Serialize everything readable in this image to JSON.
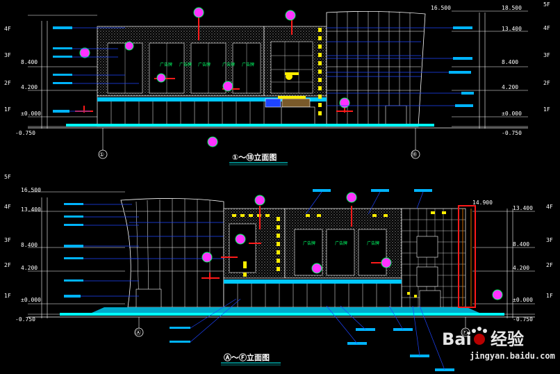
{
  "drawing_1": {
    "title": "①～⑱立面图",
    "axis_left": "①",
    "axis_right": "⑱",
    "elev_left": [
      {
        "floor": "4F",
        "value": ""
      },
      {
        "floor": "3F",
        "value": "8.400"
      },
      {
        "floor": "2F",
        "value": "4.200"
      },
      {
        "floor": "1F",
        "value": "±0.000"
      },
      {
        "floor": "",
        "value": "-0.750"
      }
    ],
    "elev_right": [
      {
        "floor": "5F",
        "value": "18.500"
      },
      {
        "floor": "4F",
        "value": "13.400"
      },
      {
        "floor": "3F",
        "value": "8.400"
      },
      {
        "floor": "2F",
        "value": "4.200"
      },
      {
        "floor": "1F",
        "value": "±0.000"
      },
      {
        "floor": "",
        "value": "-0.750"
      }
    ],
    "top_mark": "16.500",
    "ad_label": "广告牌"
  },
  "drawing_2": {
    "title": "Ⓐ～Ⓕ立面图",
    "axis_left": "Ⓐ",
    "axis_right": "Ⓕ",
    "elev_left": [
      {
        "floor": "5F",
        "value": ""
      },
      {
        "floor": "4F",
        "value": "16.500"
      },
      {
        "floor": "",
        "value": "13.400"
      },
      {
        "floor": "3F",
        "value": "8.400"
      },
      {
        "floor": "2F",
        "value": "4.200"
      },
      {
        "floor": "1F",
        "value": "±0.000"
      },
      {
        "floor": "",
        "value": "-0.750"
      }
    ],
    "elev_right": [
      {
        "floor": "4F",
        "value": "13.400"
      },
      {
        "floor": "3F",
        "value": "8.400"
      },
      {
        "floor": "2F",
        "value": "4.200"
      },
      {
        "floor": "1F",
        "value": "±0.000"
      },
      {
        "floor": "",
        "value": "-0.750"
      }
    ],
    "top_mark": "14.900",
    "ad_label": "广告牌"
  },
  "watermark": {
    "brand": "Bai",
    "brand_cn": "经验",
    "url": "jingyan.baidu.com"
  },
  "colors": {
    "background": "#000000",
    "lines": "#ffffff",
    "glass": "#1e44ff",
    "tag": "#00b4ff",
    "accent_yellow": "#ffee00",
    "accent_red": "#ff1a1a",
    "accent_magenta": "#ff33ff",
    "accent_green": "#00ff66",
    "accent_cyan": "#00ffff",
    "stipple": "#9a9a9a"
  }
}
